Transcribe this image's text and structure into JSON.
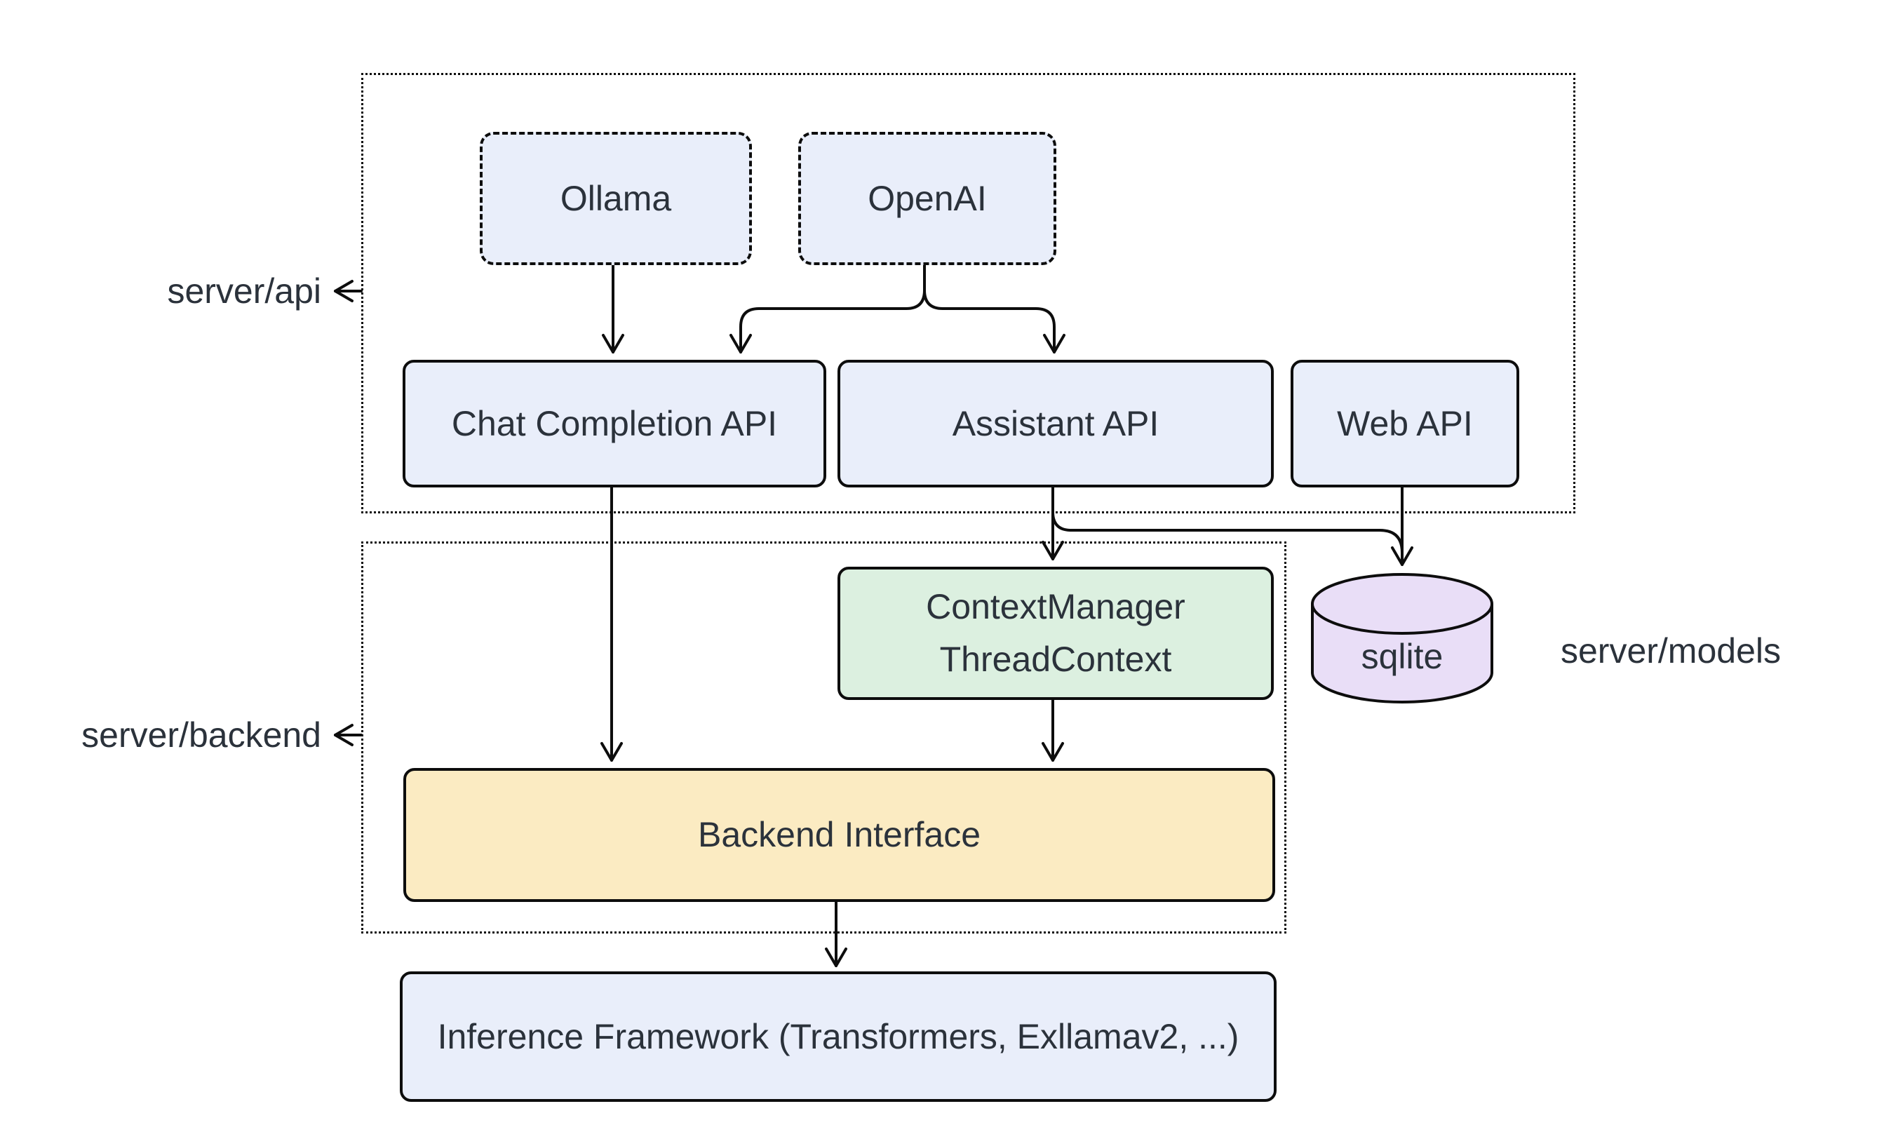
{
  "diagram": {
    "type": "architecture-flowchart",
    "background": "#ffffff",
    "groups": {
      "server_api": {
        "label": "server/api"
      },
      "server_backend": {
        "label": "server/backend"
      },
      "server_models": {
        "label": "server/models"
      }
    },
    "nodes": {
      "ollama": {
        "label": "Ollama",
        "style": "dashed-blue"
      },
      "openai": {
        "label": "OpenAI",
        "style": "dashed-blue"
      },
      "chat_completion_api": {
        "label": "Chat Completion API",
        "style": "solid-blue"
      },
      "assistant_api": {
        "label": "Assistant API",
        "style": "solid-blue"
      },
      "web_api": {
        "label": "Web API",
        "style": "solid-blue"
      },
      "context_manager": {
        "line1": "ContextManager",
        "line2": "ThreadContext",
        "style": "solid-green"
      },
      "backend_interface": {
        "label": "Backend Interface",
        "style": "solid-yellow"
      },
      "inference_framework": {
        "label": "Inference Framework (Transformers, Exllamav2, ...)",
        "style": "solid-blue"
      },
      "sqlite": {
        "label": "sqlite",
        "style": "cylinder-purple"
      }
    },
    "edges": [
      {
        "from": "ollama",
        "to": "chat_completion_api"
      },
      {
        "from": "openai",
        "to": "chat_completion_api"
      },
      {
        "from": "openai",
        "to": "assistant_api"
      },
      {
        "from": "assistant_api",
        "to": "context_manager"
      },
      {
        "from": "assistant_api",
        "to": "sqlite"
      },
      {
        "from": "web_api",
        "to": "sqlite"
      },
      {
        "from": "chat_completion_api",
        "to": "backend_interface"
      },
      {
        "from": "context_manager",
        "to": "backend_interface"
      },
      {
        "from": "backend_interface",
        "to": "inference_framework"
      }
    ],
    "colors": {
      "node_blue": "#e9eefa",
      "node_green": "#dcf0e0",
      "node_yellow": "#fbebc2",
      "node_purple": "#e9def7",
      "stroke": "#0d0d0d",
      "text": "#2b323b"
    }
  }
}
